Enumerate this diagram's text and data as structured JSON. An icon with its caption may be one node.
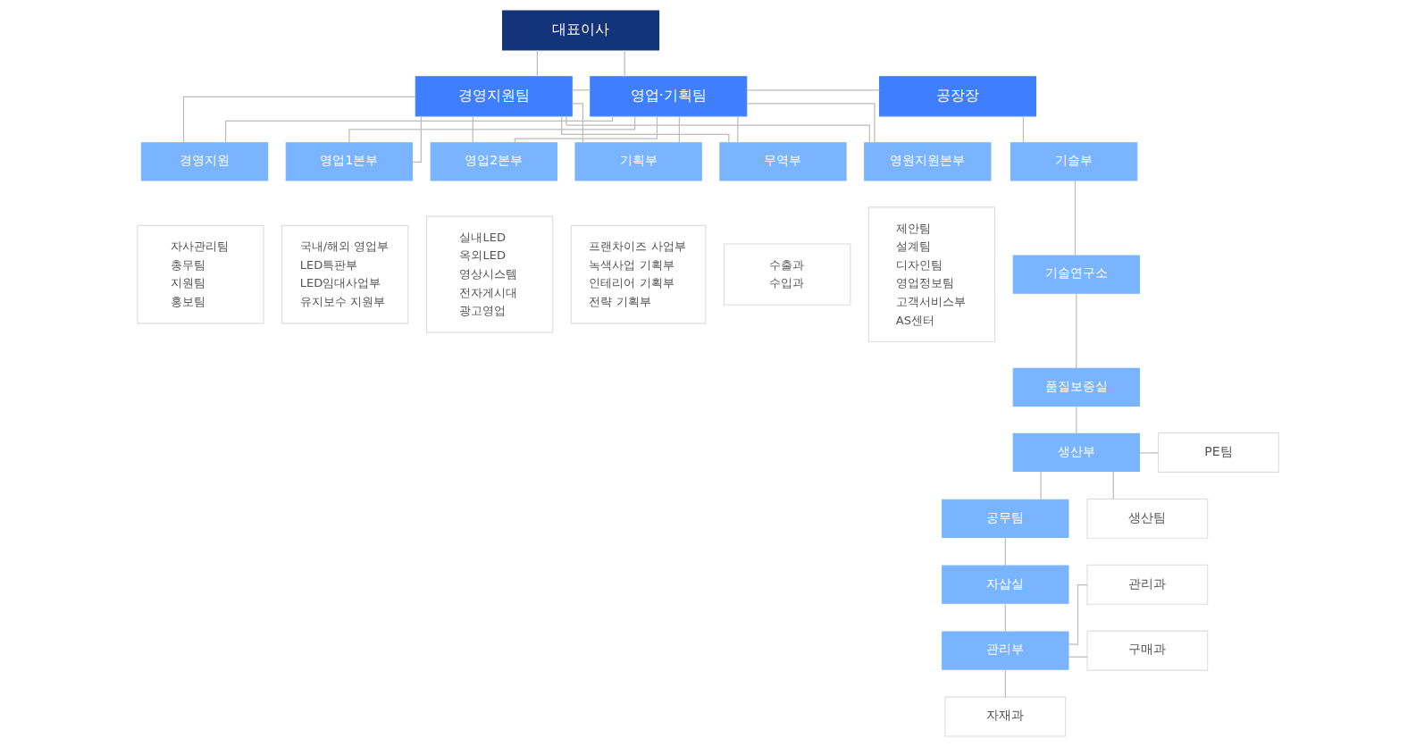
{
  "diagram": {
    "nodes": [
      {
        "text": [
          "대표이사"
        ]
      },
      {
        "text": [
          "경영지원팀"
        ]
      },
      {
        "text": [
          "영업·기획팀"
        ]
      },
      {
        "text": [
          "공장장"
        ]
      },
      {
        "text": [
          "경영지원"
        ]
      },
      {
        "text": [
          "영업1본부"
        ]
      },
      {
        "text": [
          "영업2본부"
        ]
      },
      {
        "text": [
          "기획부"
        ]
      },
      {
        "text": [
          "무역부"
        ]
      },
      {
        "text": [
          "영원지원본부"
        ]
      },
      {
        "text": [
          "기술부"
        ]
      },
      {
        "text": [
          "자사관리팀",
          "총무팀",
          "지원팀",
          "홍보팀"
        ]
      },
      {
        "text": [
          "국내/해외 영업부",
          "LED특판부",
          "LED임대사업부",
          "유지보수 지원부"
        ]
      },
      {
        "text": [
          "실내LED",
          "옥외LED",
          "영상시스템",
          "전자게시대",
          "광고영업"
        ]
      },
      {
        "text": [
          "프랜차이즈 사업부",
          "녹색사업 기획부",
          "인테리어 기획부",
          "전략 기획부"
        ]
      },
      {
        "text": [
          "수출과",
          "수입과"
        ]
      },
      {
        "text": [
          "제안팀",
          "설계팀",
          "디자인팀",
          "영업정보팀",
          "고객서비스부",
          "AS센터"
        ]
      },
      {
        "text": [
          "기술연구소"
        ]
      },
      {
        "text": [
          "품질보증실"
        ]
      },
      {
        "text": [
          "PE팀"
        ]
      },
      {
        "text": [
          "생산부"
        ]
      },
      {
        "text": [
          "생산팀"
        ]
      },
      {
        "text": [
          "공무팀"
        ]
      },
      {
        "text": [
          "자삽실"
        ]
      },
      {
        "text": [
          "관리과"
        ]
      },
      {
        "text": [
          "관리부"
        ]
      },
      {
        "text": [
          "구매과"
        ]
      },
      {
        "text": [
          "자재과"
        ]
      }
    ],
    "edges": [
      {
        "from": 0,
        "to": 1,
        "arrow": "none"
      },
      {
        "from": 0,
        "to": 2,
        "arrow": "none"
      },
      {
        "from": 1,
        "to": 2,
        "arrow": "none"
      },
      {
        "from": 2,
        "to": 3,
        "arrow": "none"
      },
      {
        "from": 1,
        "to": 4,
        "arrow": "none"
      },
      {
        "from": 1,
        "to": 5,
        "arrow": "none"
      },
      {
        "from": 1,
        "to": 6,
        "arrow": "none"
      },
      {
        "from": 1,
        "to": 7,
        "arrow": "none"
      },
      {
        "from": 1,
        "to": 8,
        "arrow": "none"
      },
      {
        "from": 1,
        "to": 9,
        "arrow": "none"
      },
      {
        "from": 2,
        "to": 4,
        "arrow": "none"
      },
      {
        "from": 2,
        "to": 5,
        "arrow": "none"
      },
      {
        "from": 2,
        "to": 6,
        "arrow": "none"
      },
      {
        "from": 2,
        "to": 7,
        "arrow": "none"
      },
      {
        "from": 2,
        "to": 8,
        "arrow": "none"
      },
      {
        "from": 2,
        "to": 9,
        "arrow": "none"
      },
      {
        "from": 3,
        "to": 10,
        "arrow": "none"
      },
      {
        "from": 10,
        "to": 17,
        "arrow": "none"
      },
      {
        "from": 17,
        "to": 18,
        "arrow": "none"
      },
      {
        "from": 18,
        "to": 20,
        "arrow": "none"
      },
      {
        "from": 20,
        "to": 22,
        "arrow": "none"
      },
      {
        "from": 22,
        "to": 23,
        "arrow": "none"
      },
      {
        "from": 23,
        "to": 25,
        "arrow": "none"
      },
      {
        "from": 20,
        "to": 19,
        "arrow": "none"
      },
      {
        "from": 20,
        "to": 21,
        "arrow": "none"
      },
      {
        "from": 25,
        "to": 24,
        "arrow": "none"
      },
      {
        "from": 25,
        "to": 26,
        "arrow": "none"
      },
      {
        "from": 25,
        "to": 27,
        "arrow": "none"
      }
    ]
  }
}
